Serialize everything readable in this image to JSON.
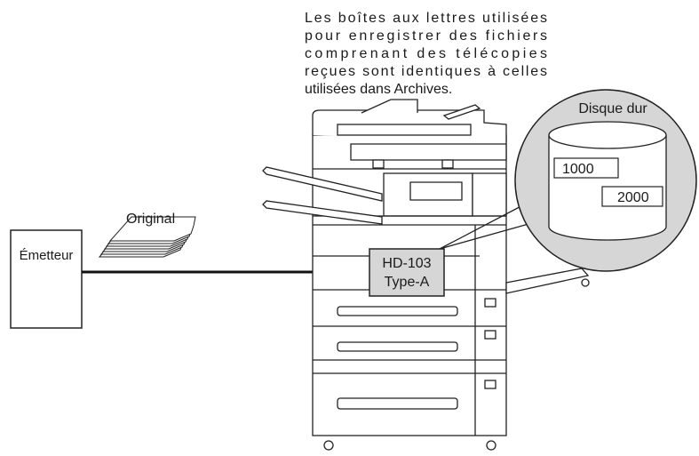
{
  "note": {
    "lines": [
      "Les boîtes aux lettres utilisées",
      "pour enregistrer des fichiers",
      "comprenant des télécopies",
      "reçues sont identiques à celles",
      "utilisées dans Archives."
    ]
  },
  "sender": {
    "label": "Émetteur"
  },
  "original": {
    "label": "Original"
  },
  "hdd_unit": {
    "line1": "HD-103",
    "line2": "Type-A"
  },
  "callout": {
    "title": "Disque dur",
    "box_a": "1000",
    "box_b": "2000"
  }
}
